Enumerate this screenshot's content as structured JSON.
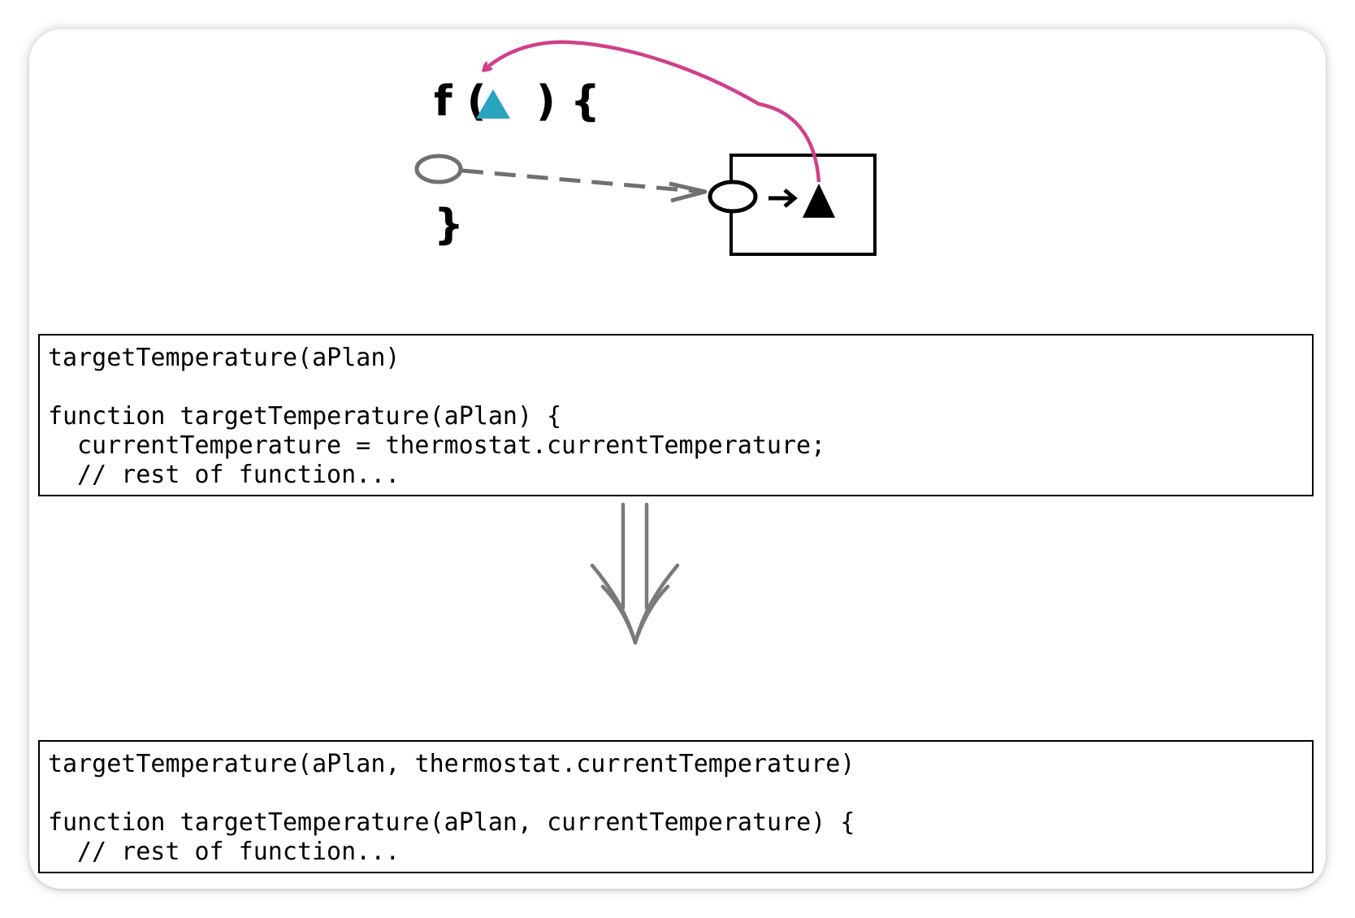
{
  "diagram": {
    "fn_prefix": "f (",
    "fn_suffix": ") {",
    "closing_brace": "}",
    "colors": {
      "pink_arrow": "#d0408a",
      "teal_triangle": "#2aa3bd",
      "dashed_arrow": "#707070",
      "down_arrow": "#7a7a7a"
    },
    "icons": {
      "param_marker": "teal-triangle-icon",
      "local_marker": "grey-oval-icon",
      "external_box": "box-icon",
      "transform_arrow": "double-down-arrow-icon"
    }
  },
  "before": {
    "call": "targetTemperature(aPlan)",
    "decl": "function targetTemperature(aPlan) {",
    "body1": "currentTemperature = thermostat.currentTemperature;",
    "body2": "// rest of function..."
  },
  "after": {
    "call": "targetTemperature(aPlan, thermostat.currentTemperature)",
    "decl": "function targetTemperature(aPlan, currentTemperature) {",
    "body1": "// rest of function..."
  }
}
